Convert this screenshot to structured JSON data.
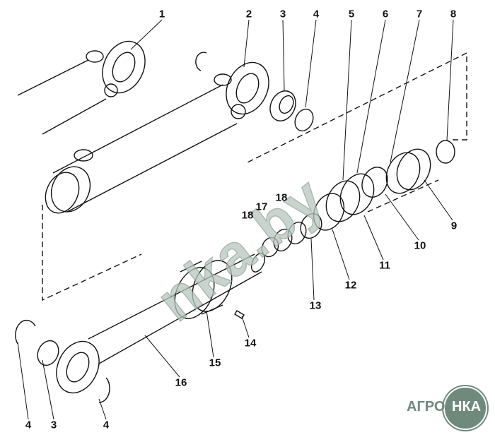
{
  "diagram": {
    "callouts": [
      {
        "id": "c1",
        "text": "1"
      },
      {
        "id": "c2",
        "text": "2"
      },
      {
        "id": "c3",
        "text": "3"
      },
      {
        "id": "c4",
        "text": "4"
      },
      {
        "id": "c5",
        "text": "5"
      },
      {
        "id": "c6",
        "text": "6"
      },
      {
        "id": "c7",
        "text": "7"
      },
      {
        "id": "c8",
        "text": "8"
      },
      {
        "id": "c9",
        "text": "9"
      },
      {
        "id": "c10",
        "text": "10"
      },
      {
        "id": "c11",
        "text": "11"
      },
      {
        "id": "c12",
        "text": "12"
      },
      {
        "id": "c13",
        "text": "13"
      },
      {
        "id": "c14",
        "text": "14"
      },
      {
        "id": "c15",
        "text": "15"
      },
      {
        "id": "c16",
        "text": "16"
      },
      {
        "id": "c4b",
        "text": "4"
      },
      {
        "id": "c3b",
        "text": "3"
      },
      {
        "id": "c4c",
        "text": "4"
      },
      {
        "id": "c17",
        "text": "17"
      },
      {
        "id": "c18",
        "text": "18"
      },
      {
        "id": "c18b",
        "text": "18"
      }
    ]
  },
  "watermark": "nka.by",
  "logo": {
    "left": "АГРО",
    "right": "НКА",
    "color": "#6f8a7d"
  }
}
